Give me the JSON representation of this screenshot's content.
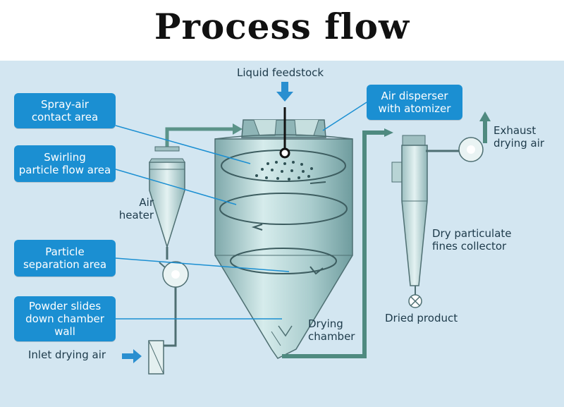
{
  "title": "Process flow",
  "callouts": {
    "spray_air": "Spray-air\ncontact area",
    "swirling": "Swirling\nparticle flow area",
    "particle_sep": "Particle\nseparation area",
    "powder_slides": "Powder slides\ndown chamber\nwall",
    "air_disperser": "Air disperser\nwith atomizer"
  },
  "labels": {
    "liquid_feedstock": "Liquid feedstock",
    "air_heater": "Air\nheater",
    "inlet_drying_air": "Inlet drying air",
    "drying_chamber": "Drying\nchamber",
    "exhaust_drying_air": "Exhaust\ndrying air",
    "dry_particulate": "Dry particulate\nfines collector",
    "dried_product": "Dried product"
  },
  "colors": {
    "callout_bg": "#1b8fd2",
    "panel_bg": "#d3e6f1",
    "equipment": "#b9d6d8",
    "pipe": "#4f8a80",
    "arrow_blue": "#2a8fd0"
  }
}
